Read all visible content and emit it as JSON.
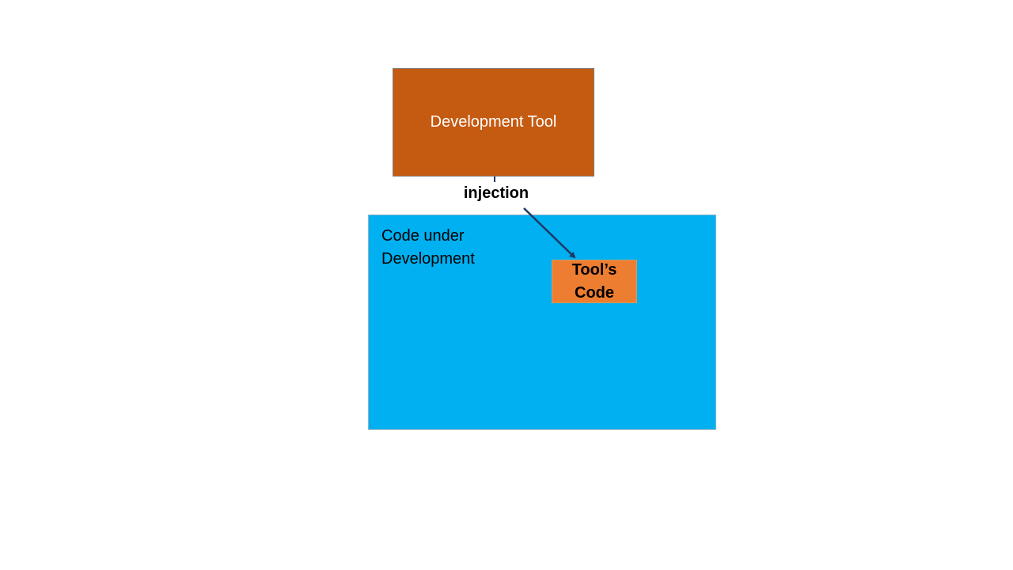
{
  "diagram": {
    "dev_tool_label": "Development Tool",
    "code_under_dev_label": "Code under Development",
    "tools_code_label": "Tool’s Code",
    "injection_label": "injection"
  },
  "colors": {
    "dev_tool": "#c55a11",
    "code_under_dev": "#00b0f0",
    "tools_code": "#ed7d31",
    "arrow": "#1f3864"
  }
}
